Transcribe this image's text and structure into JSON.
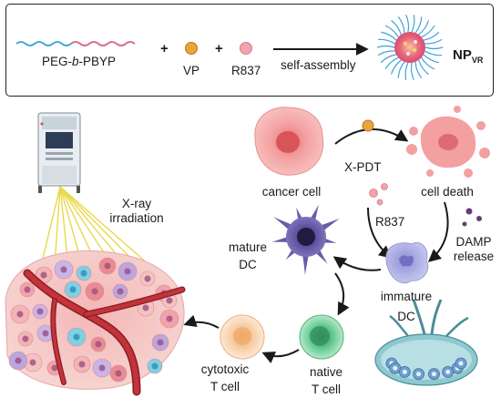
{
  "top_panel": {
    "polymer_label_pre": "PEG-",
    "polymer_label_b": "b",
    "polymer_label_post": "-PBYP",
    "plus_1": "+",
    "vp_label": "VP",
    "plus_2": "+",
    "r837_label": "R837",
    "arrow_label": "self-assembly",
    "product_label": "NP",
    "product_subscript": "VR"
  },
  "diagram": {
    "xray_label_line1": "X-ray",
    "xray_label_line2": "irradiation",
    "cancer_cell_label": "cancer cell",
    "xpdt_label": "X-PDT",
    "cell_death_label": "cell death",
    "r837_label": "R837",
    "damp_label_line1": "DAMP",
    "damp_label_line2": "release",
    "immature_dc_line1": "immature",
    "immature_dc_line2": "DC",
    "mature_dc_line1": "mature",
    "mature_dc_line2": "DC",
    "native_t_line1": "native",
    "native_t_line2": "T cell",
    "cytotoxic_t_line1": "cytotoxic",
    "cytotoxic_t_line2": "T cell"
  },
  "colors": {
    "polymer_wave": "#3fa2d8",
    "vp_particle": "#e9a43a",
    "r837_particle": "#f2a3ac",
    "cancer_cell": "#f3a0a0",
    "mature_dc": "#6a5ca8",
    "immature_dc": "#a8a9df",
    "native_t_cell": "#5cc28a",
    "cytotoxic_t_cell": "#f6c89a",
    "damp_dots": "#6b3a7a",
    "xray_beam": "#e8d94a"
  }
}
